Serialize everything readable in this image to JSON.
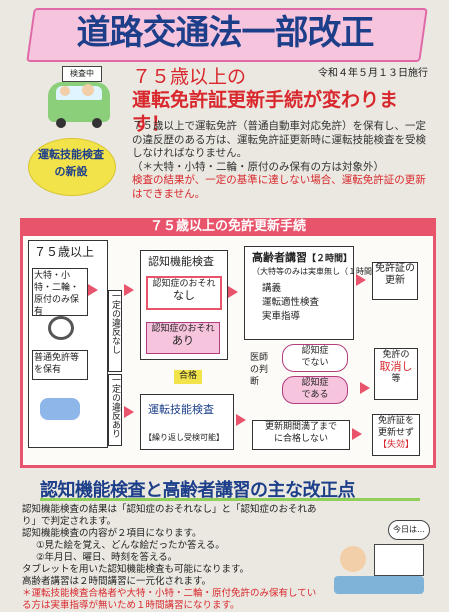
{
  "title": "道路交通法一部改正",
  "header": {
    "headline_1": "７５歳以上の",
    "headline_2": "運転免許証更新手続が変わります！",
    "date": "令和４年５月１３日施行",
    "car_sign": "検査中",
    "badge_line1": "運転技能検査",
    "badge_line2": "の新設"
  },
  "description": {
    "p1": "７５歳以上で運転免許（普通自動車対応免許）を保有し、一定の違反歴のある方は、運転免許証更新時に運転技能検査を受検しなければなりません。",
    "p2": "（＊大特・小特・二輪・原付のみ保有の方は対象外）",
    "p3": "検査の結果が、一定の基準に達しない場合、運転免許証の更新はできません。"
  },
  "flow": {
    "title": "７５歳以上の免許更新手続",
    "age": "７５歳以上",
    "group_a": "大特・小特・二輪・原付のみ保有",
    "group_b": "普通免許等を保有",
    "no_violation": "一定の違反なし",
    "violation": "一定の違反あり",
    "cog_test": "認知機能検査",
    "cog_none_1": "認知症のおそれ",
    "cog_none_2": "なし",
    "cog_yes_1": "認知症のおそれ",
    "cog_yes_2": "あり",
    "elder_course": "高齢者講習",
    "elder_hours": "【２時間】",
    "elder_note": "（大特等のみは実車無し（１時間）",
    "course_items": [
      "講義",
      "運転適性検査",
      "実車指導"
    ],
    "renewal": "免許証の更新",
    "doctor": "医師の判断",
    "dementia_no_1": "認知症",
    "dementia_no_2": "でない",
    "dementia_yes_1": "認知症",
    "dementia_yes_2": "である",
    "revoke_1": "免許の",
    "revoke_2": "取消し",
    "revoke_3": "等",
    "pass": "合格",
    "skills_test": "運転技能検査",
    "retake": "【繰り返し受検可能】",
    "fail_1": "更新期間満了まで",
    "fail_2": "に合格しない",
    "no_renew_1": "免許証を",
    "no_renew_2": "更新せず",
    "no_renew_3": "【失効】"
  },
  "bottom": {
    "heading": "認知機能検査と高齢者講習の主な改正点",
    "bullets": [
      "認知機能検査の結果は「認知症のおそれなし」と「認知症のおそれあり」で判定されます。",
      "認知機能検査の内容が２項目になります。",
      "①見た絵を覚え、どんな絵だったか答える。",
      "②年月日、曜日、時刻を答える。",
      "タブレットを用いた認知機能検査も可能になります。",
      "高齢者講習は２時間講習に一元化されます。",
      "＊運転技能検査合格者や大特・小特・二輪・原付免許のみ保有している方は実車指導が無いため１時間講習になります。"
    ],
    "today": "今日は…"
  }
}
